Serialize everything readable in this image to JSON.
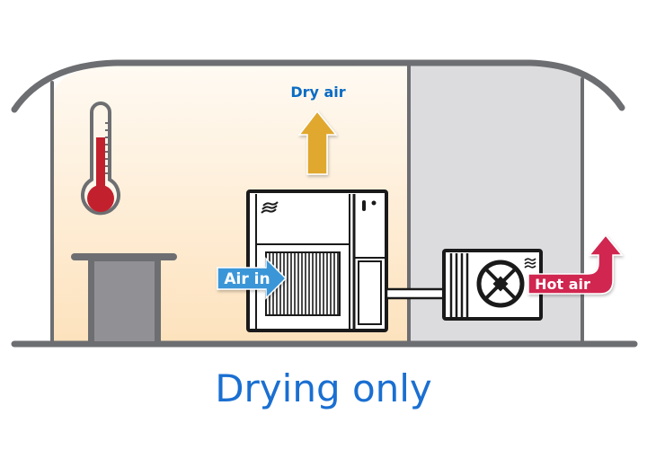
{
  "diagram": {
    "title": "Drying only",
    "labels": {
      "dry_air": "Dry air",
      "air_in": "Air in",
      "hot_air": "Hot air"
    },
    "colors": {
      "room_warm_top": "#fffaf2",
      "room_warm_bottom": "#fde3c0",
      "room_cool": "#dcdcde",
      "wall": "#6d6e71",
      "dry_air_arrow": "#e0a82e",
      "air_in_arrow": "#3a96d8",
      "hot_air_arrow": "#d0274f",
      "thermometer_fill": "#c3202e",
      "title_text": "#1a6fd1",
      "label_blue": "#0a6cc4"
    },
    "components": [
      "thermometer",
      "table",
      "indoor-dehumidifier-unit",
      "outdoor-condenser-unit",
      "connecting-pipe"
    ]
  }
}
